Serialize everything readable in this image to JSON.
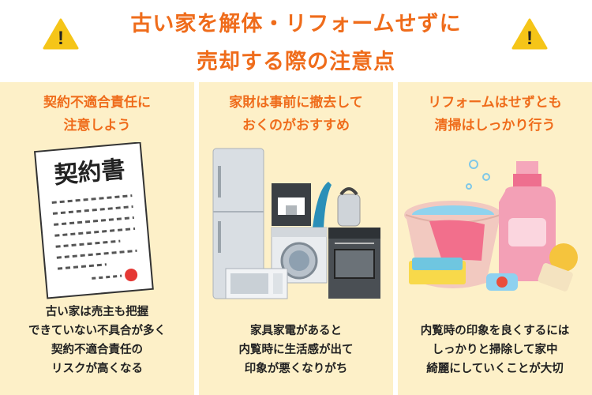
{
  "header": {
    "title_line1": "古い家を解体・リフォームせずに",
    "title_line2": "売却する際の注意点",
    "warning_icon_left": "warning-triangle-icon",
    "warning_icon_right": "warning-triangle-icon",
    "warning_mark": "!"
  },
  "panels": [
    {
      "title_lines": [
        "契約不適合責任に",
        "注意しよう"
      ],
      "illustration_text": "契約書",
      "body_lines": [
        "古い家は売主も把握",
        "できていない不具合が多く",
        "契約不適合責任の",
        "リスクが高くなる"
      ]
    },
    {
      "title_lines": [
        "家財は事前に撤去して",
        "おくのがおすすめ"
      ],
      "body_lines": [
        "家具家電があると",
        "内覧時に生活感が出て",
        "印象が悪くなりがち"
      ]
    },
    {
      "title_lines": [
        "リフォームはせずとも",
        "清掃はしっかり行う"
      ],
      "body_lines": [
        "内覧時の印象を良くするには",
        "しっかりと掃除して家中",
        "綺麗にしていくことが大切"
      ]
    }
  ],
  "colors": {
    "accent": "#ef6c1b",
    "panel_bg": "#fdf0c8",
    "warning_yellow": "#f5c518"
  }
}
